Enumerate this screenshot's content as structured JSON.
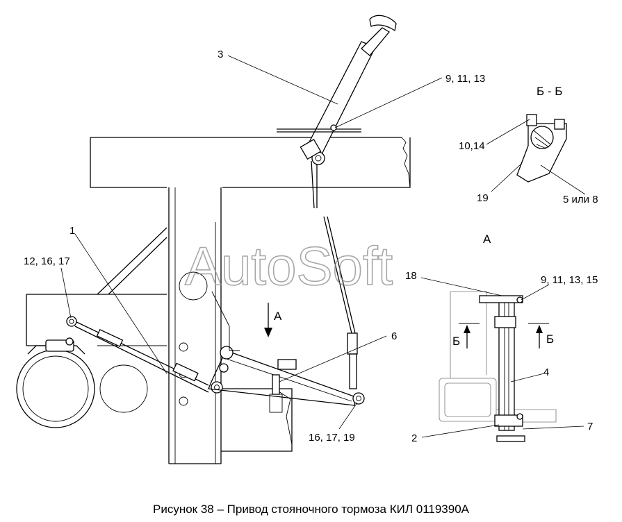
{
  "figure": {
    "caption": "Рисунок 38 – Привод стояночного тормоза КИЛ 0119390А",
    "watermark": "AutoSoft",
    "section_bb_title": "Б - Б",
    "view_a_title": "А",
    "view_arrow_a_label": "А",
    "section_arrow_left_label": "Б",
    "section_arrow_right_label": "Б",
    "callouts": {
      "c1": "1",
      "c2": "2",
      "c3": "3",
      "c4": "4",
      "c5_8": "5 или 8",
      "c6": "6",
      "c7": "7",
      "c9_11_13_top": "9, 11, 13",
      "c9_11_13_15": "9, 11, 13, 15",
      "c10_14": "10,14",
      "c12_16_17": "12, 16, 17",
      "c16_17_19": "16, 17, 19",
      "c18": "18",
      "c19": "19"
    }
  }
}
